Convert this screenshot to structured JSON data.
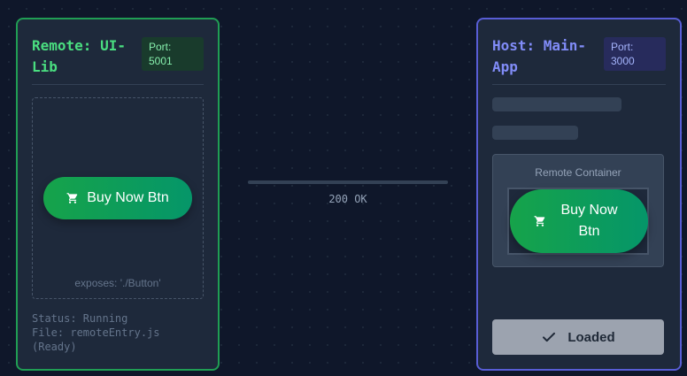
{
  "remote": {
    "title": "Remote: UI-Lib",
    "port": "Port: 5001",
    "button_label": "Buy Now Btn",
    "exposes": "exposes: './Button'",
    "status": "Status: Running",
    "file": "File: remoteEntry.js",
    "ready": "(Ready)"
  },
  "connection": {
    "label": "200 OK"
  },
  "host": {
    "title": "Host: Main-App",
    "port": "Port: 3000",
    "container_label": "Remote Container",
    "button_label": "Buy Now Btn",
    "loaded_label": "Loaded"
  },
  "colors": {
    "background": "#0f172a",
    "card": "#1e293b",
    "remote_accent": "#22c55e",
    "host_accent": "#6366f1",
    "button_gradient_start": "#16a34a",
    "button_gradient_end": "#059669"
  },
  "icons": {
    "cart": "shopping-cart-icon",
    "check": "check-icon"
  }
}
